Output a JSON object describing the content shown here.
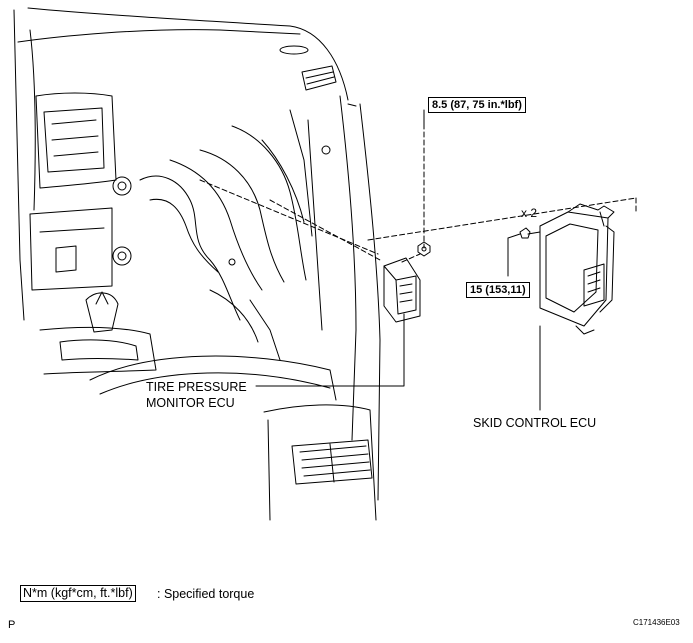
{
  "labels": {
    "torque_upper": "8.5 (87, 75 in.*lbf)",
    "torque_lower": "15 (153,11)",
    "qty": "x 2",
    "tpms_line1": "TIRE PRESSURE",
    "tpms_line2": "MONITOR ECU",
    "skid": "SKID CONTROL ECU"
  },
  "legend": {
    "unit": "N*m (kgf*cm, ft.*lbf)",
    "text": ": Specified torque"
  },
  "footer": {
    "corner_letter": "P",
    "code": "C171436E03"
  }
}
